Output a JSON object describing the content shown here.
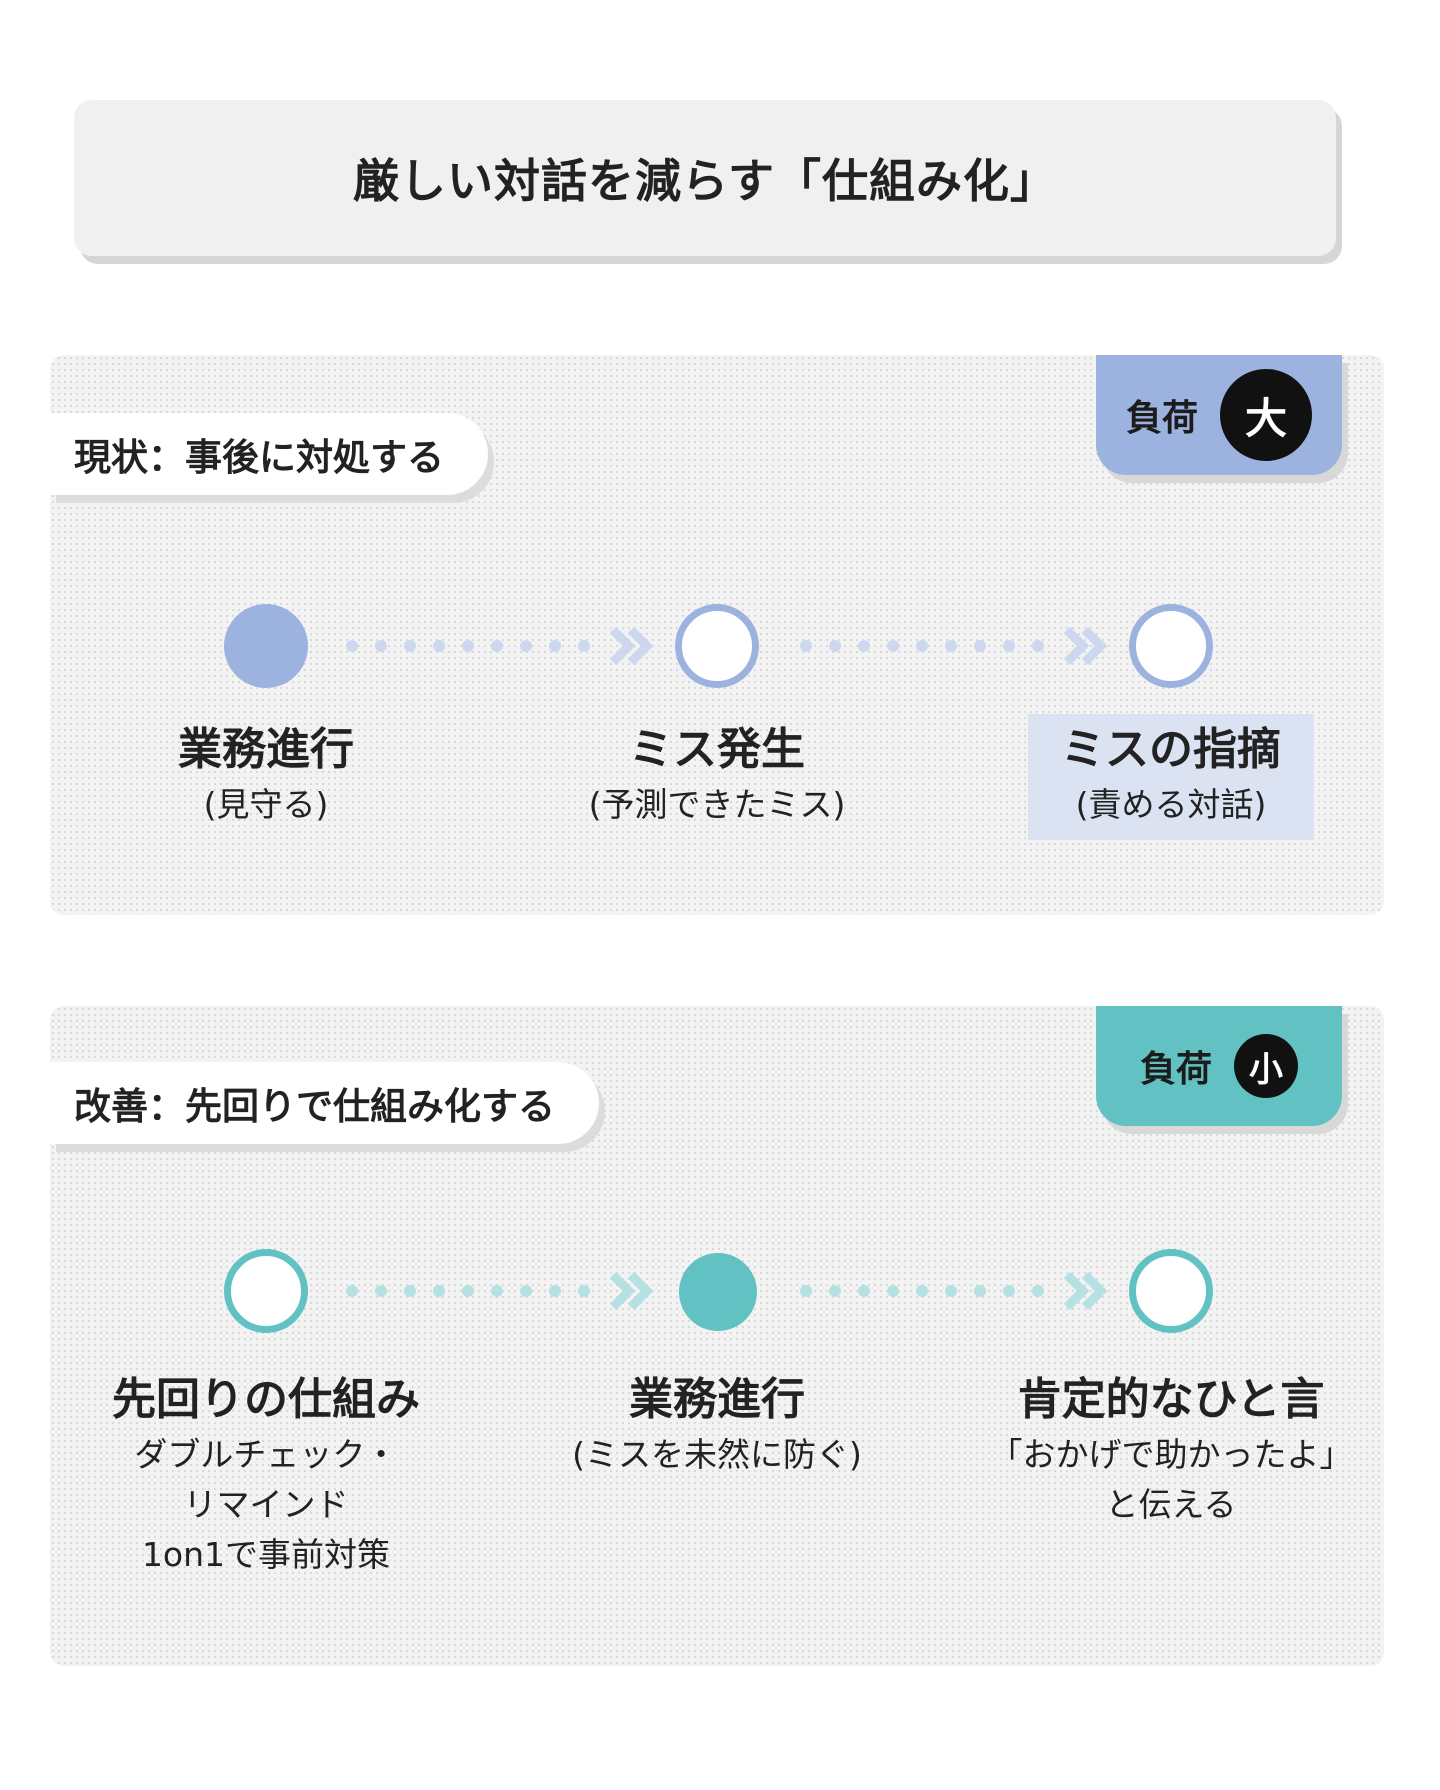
{
  "title": "厳しい対話を減らす「仕組み化」",
  "current": {
    "label": "現状：事後に対処する",
    "load_label": "負荷",
    "load_level": "大",
    "steps": [
      {
        "title": "業務進行",
        "sub": "(見守る)"
      },
      {
        "title": "ミス発生",
        "sub": "(予測できたミス)"
      },
      {
        "title": "ミスの指摘",
        "sub": "(責める対話)"
      }
    ]
  },
  "improved": {
    "label": "改善：先回りで仕組み化する",
    "load_label": "負荷",
    "load_level": "小",
    "steps": [
      {
        "title": "先回りの仕組み",
        "sub": [
          "ダブルチェック・",
          "リマインド",
          "1on1で事前対策"
        ]
      },
      {
        "title": "業務進行",
        "sub": [
          "(ミスを未然に防ぐ)"
        ]
      },
      {
        "title": "肯定的なひと言",
        "sub": [
          "「おかげで助かったよ」",
          "と伝える"
        ]
      }
    ]
  },
  "colors": {
    "blue": "#9db3df",
    "blue_light": "#cdd8ef",
    "teal": "#62c2c3",
    "teal_light": "#b5e1e2",
    "highlight": "#dbe3f3"
  }
}
